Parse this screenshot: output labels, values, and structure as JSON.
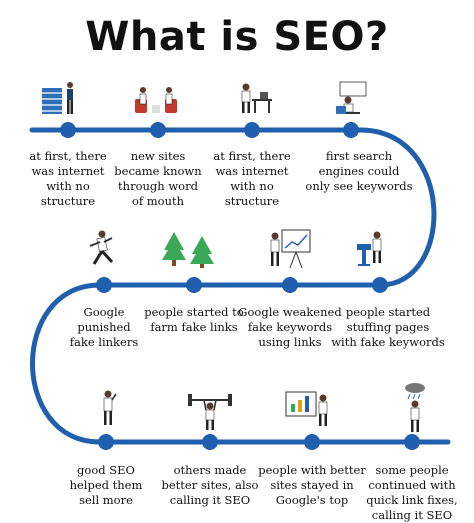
{
  "title": "What is SEO?",
  "colors": {
    "path": "#1f5fae",
    "dot": "#1f5fae",
    "text": "#111111"
  },
  "steps": [
    {
      "text": "at first, there\nwas internet\nwith no\nstructure",
      "icon": "books-icon"
    },
    {
      "text": "new sites\nbecame known\nthrough word\nof mouth",
      "icon": "people-talking-icon"
    },
    {
      "text": "at first, there\nwas internet\nwith no\nstructure",
      "icon": "person-at-desk-icon"
    },
    {
      "text": "first search\nengines could\nonly see keywords",
      "icon": "person-reading-icon"
    },
    {
      "text": "people started\nstuffing pages\nwith fake keywords",
      "icon": "speaker-at-podium-icon"
    },
    {
      "text": "Google weakened\nfake keywords\nusing links",
      "icon": "presentation-board-icon"
    },
    {
      "text": "people started to\nfarm fake links",
      "icon": "trees-icon"
    },
    {
      "text": "Google\npunished\nfake linkers",
      "icon": "running-person-icon"
    },
    {
      "text": "good SEO\nhelped them\nsell more",
      "icon": "confused-person-icon"
    },
    {
      "text": "others made\nbetter sites, also\ncalling it SEO",
      "icon": "weightlifter-icon"
    },
    {
      "text": "people with better\nsites stayed in\nGoogle's top",
      "icon": "chart-board-icon"
    },
    {
      "text": "some people\ncontinued with\nquick link fixes,\ncalling it SEO",
      "icon": "rain-cloud-person-icon"
    }
  ]
}
